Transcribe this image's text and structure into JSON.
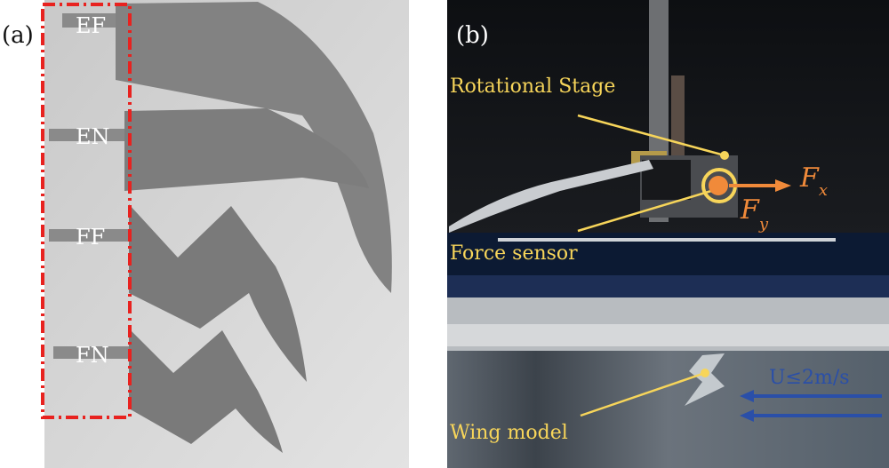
{
  "panel_a": {
    "label": "(a)",
    "wings": [
      {
        "label": "EF"
      },
      {
        "label": "EN"
      },
      {
        "label": "FF"
      },
      {
        "label": "FN"
      }
    ],
    "highlight_color": "#e8221f"
  },
  "panel_b": {
    "label": "(b)",
    "annotations": {
      "rotational_stage": "Rotational Stage",
      "force_sensor": "Force sensor",
      "wing_model": "Wing model",
      "fx": "F",
      "fx_sub": "x",
      "fy": "F",
      "fy_sub": "y",
      "flow": "U≤2m/s"
    },
    "colors": {
      "annotation": "#f7d55a",
      "force": "#f08a3a",
      "flow": "#2a4fa8"
    }
  }
}
